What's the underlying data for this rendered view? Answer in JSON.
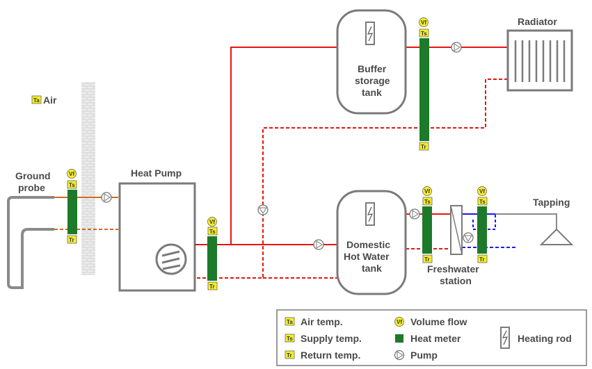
{
  "labels": {
    "air": "Air",
    "ground_probe": [
      "Ground",
      "probe"
    ],
    "heat_pump": "Heat Pump",
    "buffer_tank": [
      "Buffer",
      "storage",
      "tank"
    ],
    "radiator": "Radiator",
    "dhw_tank": [
      "Domestic",
      "Hot Water",
      "tank"
    ],
    "freshwater_station": [
      "Freshwater",
      "station"
    ],
    "tapping": "Tapping"
  },
  "sensor_tags": {
    "air": "Ta",
    "supply": "Ts",
    "return": "Tr",
    "volume_flow": "Vf"
  },
  "legend": {
    "items": [
      {
        "symbol": "Ta",
        "label": "Air temp."
      },
      {
        "symbol": "Ts",
        "label": "Supply temp."
      },
      {
        "symbol": "Tr",
        "label": "Return temp."
      },
      {
        "symbol": "Vf",
        "label": "Volume flow"
      },
      {
        "symbol": "heat-meter",
        "label": "Heat meter"
      },
      {
        "symbol": "pump",
        "label": "Pump"
      },
      {
        "symbol": "heating-rod",
        "label": "Heating rod"
      }
    ]
  },
  "colors": {
    "supply_pipe": "#e8130f",
    "return_pipe": "#e8130f",
    "cold_pipe": "#1a1aee",
    "ground_pipe": "#d2691e",
    "heat_meter": "#1d7a2a",
    "sensor_fill": "#f5ee2a",
    "outline": "#7a7a7a"
  }
}
